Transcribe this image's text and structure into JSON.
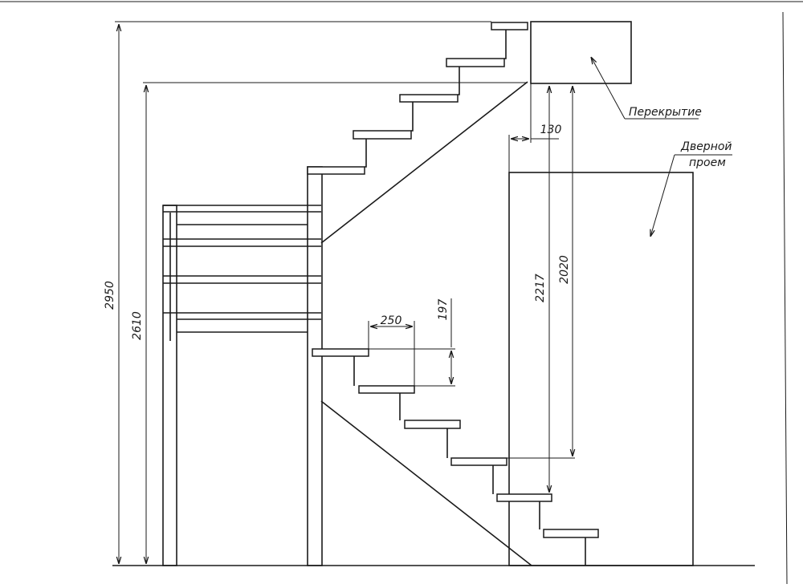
{
  "drawing": {
    "labels": {
      "slab": "Перекрытие",
      "door_line1": "Дверной",
      "door_line2": "проем"
    },
    "dimensions": {
      "total_height": "2950",
      "landing_height": "2610",
      "tread_depth": "250",
      "riser_height": "197",
      "slab_gap": "130",
      "stair_clearance": "2217",
      "door_height": "2020"
    }
  }
}
